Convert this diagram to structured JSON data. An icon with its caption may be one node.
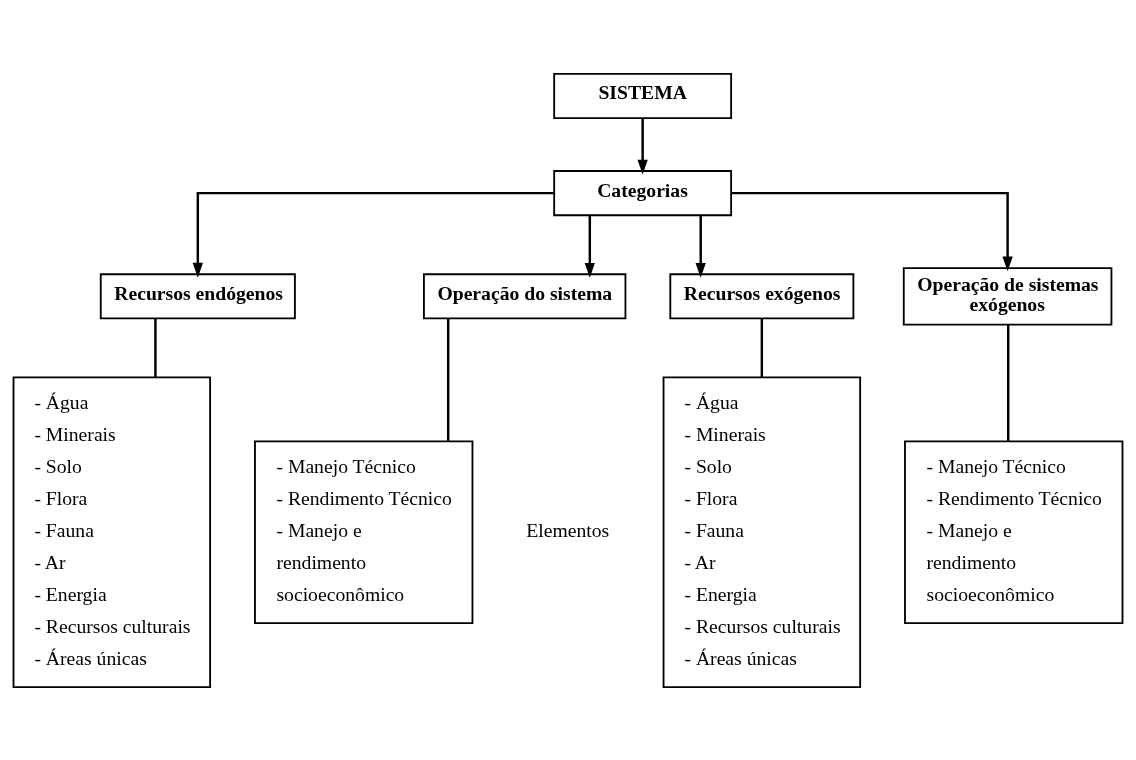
{
  "diagram": {
    "nodes": [
      {
        "text": [
          "SISTEMA"
        ]
      },
      {
        "text": [
          "Categorias"
        ]
      },
      {
        "text": [
          "Recursos endógenos"
        ]
      },
      {
        "text": [
          "Operação do sistema"
        ]
      },
      {
        "text": [
          "Recursos exógenos"
        ]
      },
      {
        "text": [
          "Operação de sistemas exógenos"
        ]
      },
      {
        "text": [
          "- Água",
          "- Minerais",
          "- Solo",
          "- Flora",
          "- Fauna",
          "- Ar",
          "- Energia",
          "- Recursos culturais",
          "- Áreas únicas"
        ]
      },
      {
        "text": [
          "- Manejo Técnico",
          "- Rendimento Técnico",
          "- Manejo e rendimento socioeconômico"
        ]
      },
      {
        "text": [
          "- Água",
          "- Minerais",
          "- Solo",
          "- Flora",
          "- Fauna",
          "- Ar",
          "- Energia",
          "- Recursos culturais",
          "- Áreas únicas"
        ]
      },
      {
        "text": [
          "- Manejo Técnico",
          "- Rendimento Técnico",
          "- Manejo e rendimento socioeconômico"
        ]
      }
    ],
    "edges": [
      {
        "from": 0,
        "to": 1,
        "arrow": "to"
      },
      {
        "from": 1,
        "to": 2,
        "arrow": "to"
      },
      {
        "from": 1,
        "to": 3,
        "arrow": "to"
      },
      {
        "from": 1,
        "to": 4,
        "arrow": "to"
      },
      {
        "from": 1,
        "to": 5,
        "arrow": "to"
      },
      {
        "from": 2,
        "to": 6,
        "arrow": "none"
      },
      {
        "from": 3,
        "to": 7,
        "arrow": "none"
      },
      {
        "from": 4,
        "to": 8,
        "arrow": "none"
      },
      {
        "from": 5,
        "to": 9,
        "arrow": "none"
      }
    ],
    "labels": [
      "Elementos"
    ]
  }
}
